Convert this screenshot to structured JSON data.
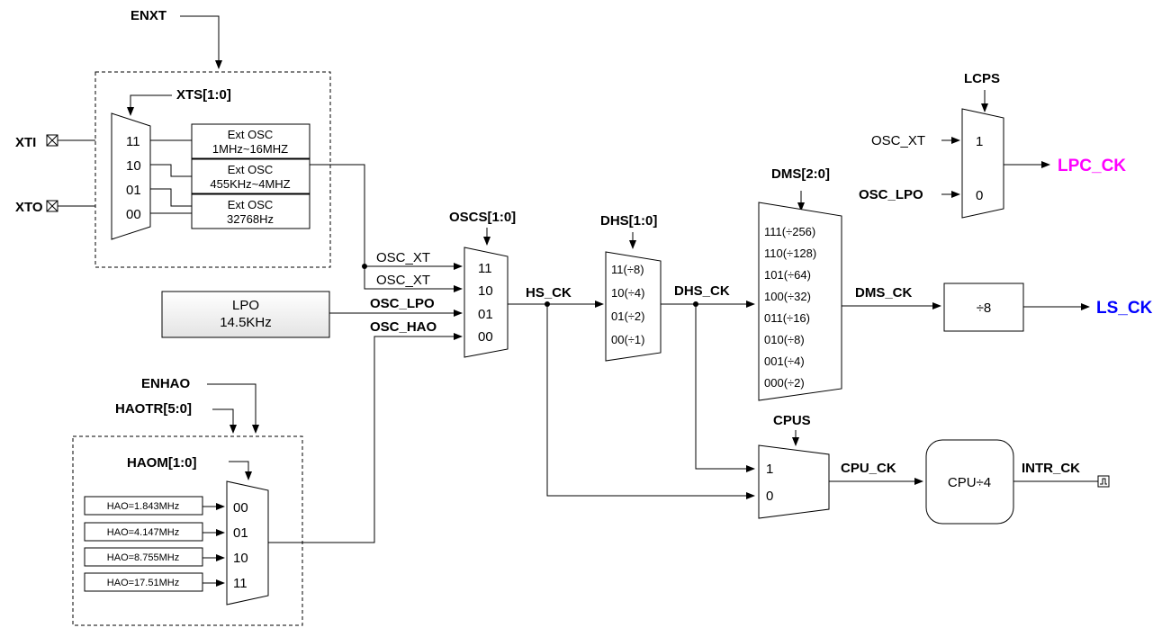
{
  "colors": {
    "osc_lpo": "#f07800",
    "osc_hao": "#008000",
    "hs_ck": "#8c8c00",
    "dhs_ck": "#800080",
    "dms_ck": "#993300",
    "lpc_ck": "#ff00ff",
    "ls_ck": "#0000ff"
  },
  "signals": {
    "enxt": "ENXT",
    "xts": "XTS[1:0]",
    "xti": "XTI",
    "xto": "XTO",
    "oscs": "OSCS[1:0]",
    "dhs": "DHS[1:0]",
    "dms": "DMS[2:0]",
    "lcps": "LCPS",
    "cpus": "CPUS",
    "enhao": "ENHAO",
    "haotr": "HAOTR[5:0]",
    "haom": "HAOM[1:0]",
    "osc_xt_a": "OSC_XT",
    "osc_xt_b": "OSC_XT",
    "osc_lpo": "OSC_LPO",
    "osc_hao": "OSC_HAO",
    "hs_ck": "HS_CK",
    "dhs_ck": "DHS_CK",
    "dms_ck": "DMS_CK",
    "ls_ck": "LS_CK",
    "lpc_ck": "LPC_CK",
    "lcps_osc_xt": "OSC_XT",
    "lcps_osc_lpo": "OSC_LPO",
    "cpu_ck": "CPU_CK",
    "intr_ck": "INTR_CK"
  },
  "xts_mux": {
    "inputs": [
      "11",
      "10",
      "01",
      "00"
    ]
  },
  "ext_osc": [
    {
      "line1": "Ext OSC",
      "line2": "1MHz~16MHZ"
    },
    {
      "line1": "Ext OSC",
      "line2": "455KHz~4MHZ"
    },
    {
      "line1": "Ext OSC",
      "line2": "32768Hz"
    }
  ],
  "lpo": {
    "line1": "LPO",
    "line2": "14.5KHz"
  },
  "oscs_mux": {
    "inputs": [
      "11",
      "10",
      "01",
      "00"
    ]
  },
  "dhs_div": {
    "options": [
      "11(÷8)",
      "10(÷4)",
      "01(÷2)",
      "00(÷1)"
    ]
  },
  "dms_div": {
    "options": [
      "111(÷256)",
      "110(÷128)",
      "101(÷64)",
      "100(÷32)",
      "011(÷16)",
      "010(÷8)",
      "001(÷4)",
      "000(÷2)"
    ]
  },
  "div8": {
    "label": "÷8"
  },
  "lcps_mux": {
    "inputs": [
      "1",
      "0"
    ]
  },
  "cpus_mux": {
    "inputs": [
      "1",
      "0"
    ]
  },
  "cpu_div": {
    "label": "CPU÷4"
  },
  "hao_osc": [
    "HAO=1.843MHz",
    "HAO=4.147MHz",
    "HAO=8.755MHz",
    "HAO=17.51MHz"
  ],
  "haom_mux": {
    "inputs": [
      "00",
      "01",
      "10",
      "11"
    ]
  }
}
